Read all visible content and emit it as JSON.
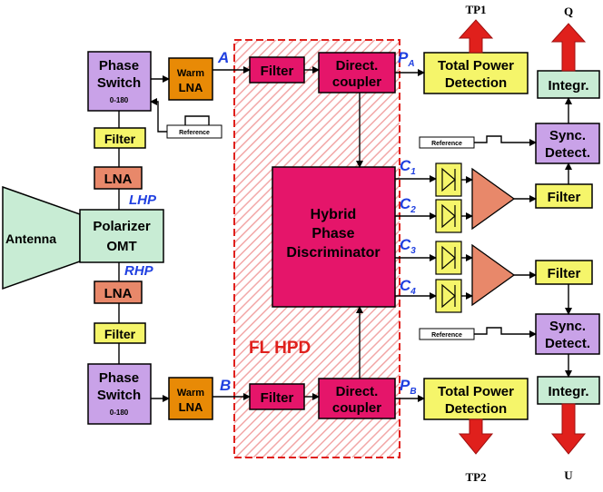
{
  "colors": {
    "purple": "#c9a2e8",
    "orange": "#e88a06",
    "yellow": "#f5f56a",
    "salmon": "#e8886a",
    "mint": "#c8ecd4",
    "magenta": "#e5156a",
    "red": "#e0201c",
    "hatch": "#f2a7a7",
    "signal": "#1f3fe0"
  },
  "antenna": {
    "label": "Antenna"
  },
  "polarizer": {
    "line1": "Polarizer",
    "line2": "OMT"
  },
  "hand_labels": {
    "lhp": "LHP",
    "rhp": "RHP"
  },
  "phase_switch": {
    "line1": "Phase",
    "line2": "Switch",
    "range": "0-180"
  },
  "lna": {
    "label": "LNA"
  },
  "filter": {
    "label": "Filter"
  },
  "warm_lna": {
    "line1": "Warm",
    "line2": "LNA"
  },
  "directional_coupler": {
    "line1": "Direct.",
    "line2": "coupler"
  },
  "hpd": {
    "line1": "Hybrid",
    "line2": "Phase",
    "line3": "Discriminator",
    "region_label": "FL HPD"
  },
  "total_power": {
    "line1": "Total Power",
    "line2": "Detection"
  },
  "integrator": {
    "label": "Integr."
  },
  "sync_detect": {
    "line1": "Sync.",
    "line2": "Detect."
  },
  "reference": {
    "label": "Reference"
  },
  "signals": {
    "a": "A",
    "b": "B",
    "pa": "P",
    "pa_sub": "A",
    "pb": "P",
    "pb_sub": "B",
    "c1": "C",
    "c1_sub": "1",
    "c2": "C",
    "c2_sub": "2",
    "c3": "C",
    "c3_sub": "3",
    "c4": "C",
    "c4_sub": "4"
  },
  "outputs": {
    "tp1": "TP1",
    "tp2": "TP2",
    "q": "Q",
    "u": "U"
  }
}
